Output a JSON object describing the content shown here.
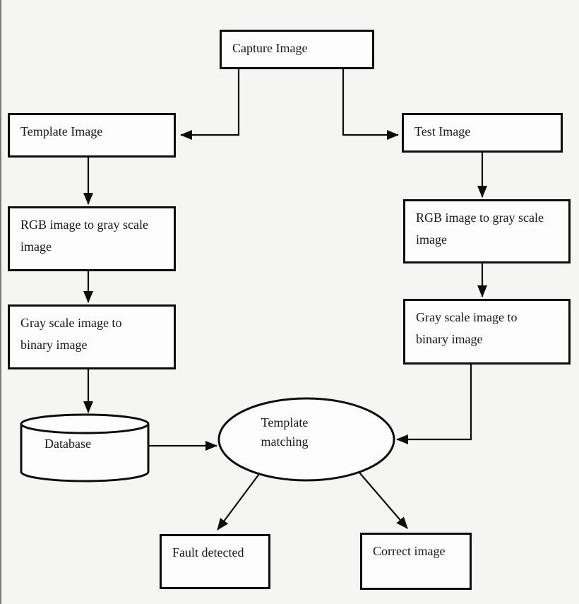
{
  "colors": {
    "background": "#f5f5f4",
    "node_fill": "#fdfdfd",
    "stroke": "#0d0d0d"
  },
  "diagram_type": "flowchart",
  "nodes": {
    "capture": {
      "label": "Capture Image",
      "shape": "rectangle"
    },
    "template_image": {
      "label": "Template Image",
      "shape": "rectangle"
    },
    "test_image": {
      "label": "Test Image",
      "shape": "rectangle"
    },
    "rgb_to_gray_left": {
      "label": "RGB image to gray scale image",
      "shape": "rectangle"
    },
    "gray_to_binary_left": {
      "label": "Gray scale image to binary image",
      "shape": "rectangle"
    },
    "database": {
      "label": "Database",
      "shape": "cylinder"
    },
    "rgb_to_gray_right": {
      "label": "RGB image to gray scale image",
      "shape": "rectangle"
    },
    "gray_to_binary_right": {
      "label": "Gray scale image to binary image",
      "shape": "rectangle"
    },
    "template_matching": {
      "label": "Template matching",
      "shape": "ellipse"
    },
    "fault_detected": {
      "label": "Fault detected",
      "shape": "rectangle"
    },
    "correct_image": {
      "label": "Correct image",
      "shape": "rectangle"
    }
  },
  "edges": [
    {
      "from": "capture",
      "to": "template_image"
    },
    {
      "from": "capture",
      "to": "test_image"
    },
    {
      "from": "template_image",
      "to": "rgb_to_gray_left"
    },
    {
      "from": "rgb_to_gray_left",
      "to": "gray_to_binary_left"
    },
    {
      "from": "gray_to_binary_left",
      "to": "database"
    },
    {
      "from": "database",
      "to": "template_matching"
    },
    {
      "from": "test_image",
      "to": "rgb_to_gray_right"
    },
    {
      "from": "rgb_to_gray_right",
      "to": "gray_to_binary_right"
    },
    {
      "from": "gray_to_binary_right",
      "to": "template_matching"
    },
    {
      "from": "template_matching",
      "to": "fault_detected"
    },
    {
      "from": "template_matching",
      "to": "correct_image"
    }
  ]
}
